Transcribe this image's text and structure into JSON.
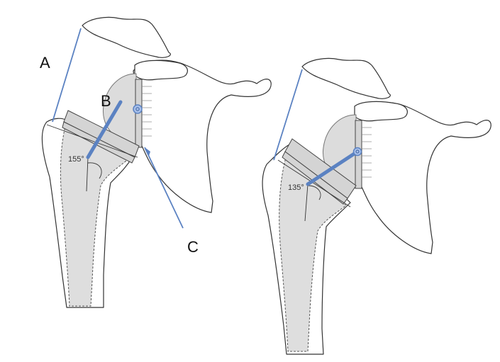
{
  "labels": {
    "a": "A",
    "b": "B",
    "c": "C"
  },
  "angles": {
    "left": "155°",
    "right": "135°"
  },
  "colors": {
    "annotation": "#5b82c2",
    "implant": "#dcdcdc",
    "outline": "#333333"
  }
}
